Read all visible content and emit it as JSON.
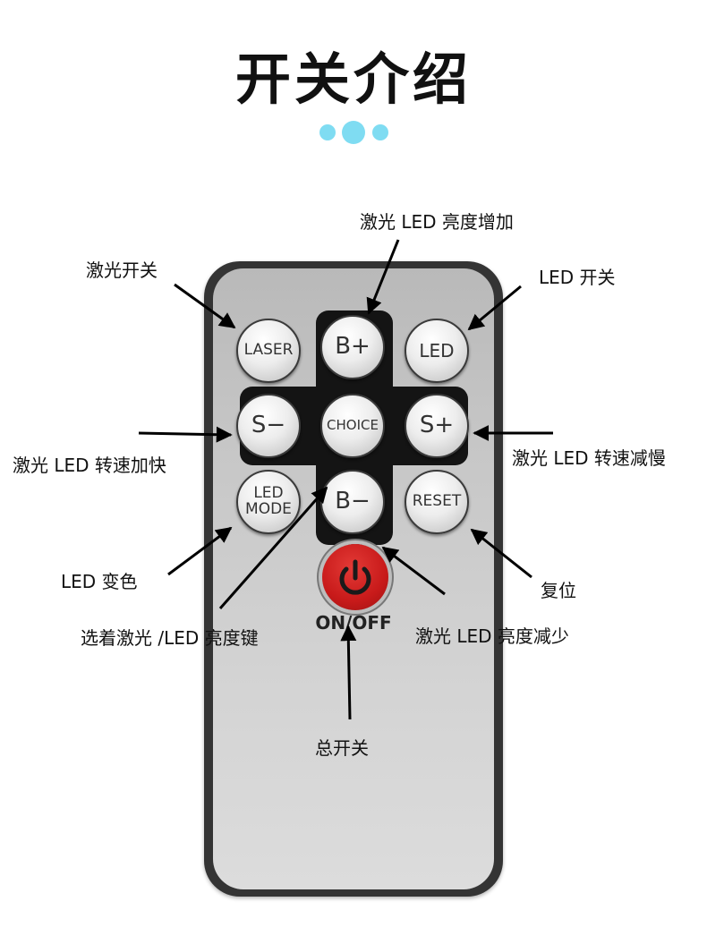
{
  "title": "开关介绍",
  "accent_color": "#7fdcf2",
  "remote": {
    "buttons": {
      "laser": "LASER",
      "b_plus": "B+",
      "led": "LED",
      "s_minus": "S−",
      "choice": "CHOICE",
      "s_plus": "S+",
      "led_mode_line1": "LED",
      "led_mode_line2": "MODE",
      "b_minus": "B−",
      "reset": "RESET"
    },
    "power_icon": "power-icon",
    "power_color": "#c81a1a",
    "onoff_label": "ON/OFF"
  },
  "annotations": {
    "laser_brightness_up": "激光 LED 亮度增加",
    "laser_switch": "激光开关",
    "led_switch": "LED 开关",
    "speed_up": "激光 LED 转速加快",
    "speed_down": "激光 LED 转速减慢",
    "led_color": "LED 变色",
    "reset": "复位",
    "select_brightness": "选着激光 /LED 亮度键",
    "brightness_down": "激光 LED 亮度减少",
    "main_switch": "总开关"
  }
}
